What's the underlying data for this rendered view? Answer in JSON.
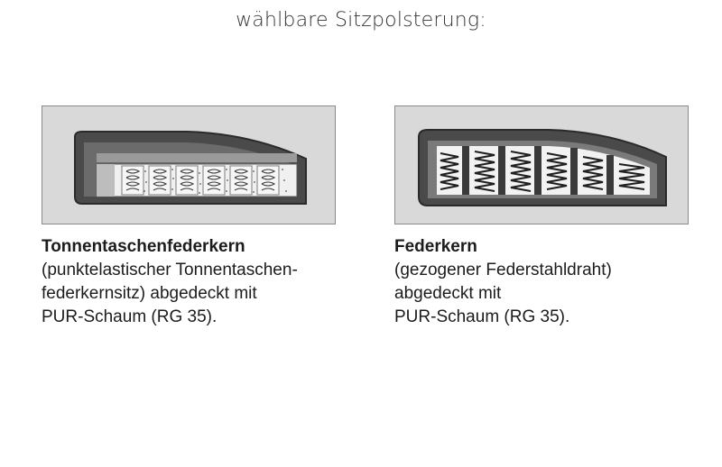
{
  "heading": "wählbare Sitzpolsterung:",
  "options": [
    {
      "title": "Tonnentaschenfederkern",
      "lines": [
        "(punktelastischer Tonnentaschen-",
        "federkernsitz) abgedeckt mit",
        "PUR-Schaum (RG 35)."
      ],
      "icon": "pocket-spring-cushion-icon"
    },
    {
      "title": "Federkern",
      "lines": [
        "(gezogener Federstahldraht)",
        "abgedeckt mit",
        "PUR-Schaum (RG 35)."
      ],
      "icon": "bonnell-spring-cushion-icon"
    }
  ],
  "colors": {
    "frame_bg": "#d9d9d9",
    "frame_border": "#8a8a8a",
    "cushion_dark": "#4a4a4a",
    "cushion_mid": "#7a7a7a",
    "pocket_light": "#ececec",
    "spring_dark": "#1e1e1e"
  }
}
